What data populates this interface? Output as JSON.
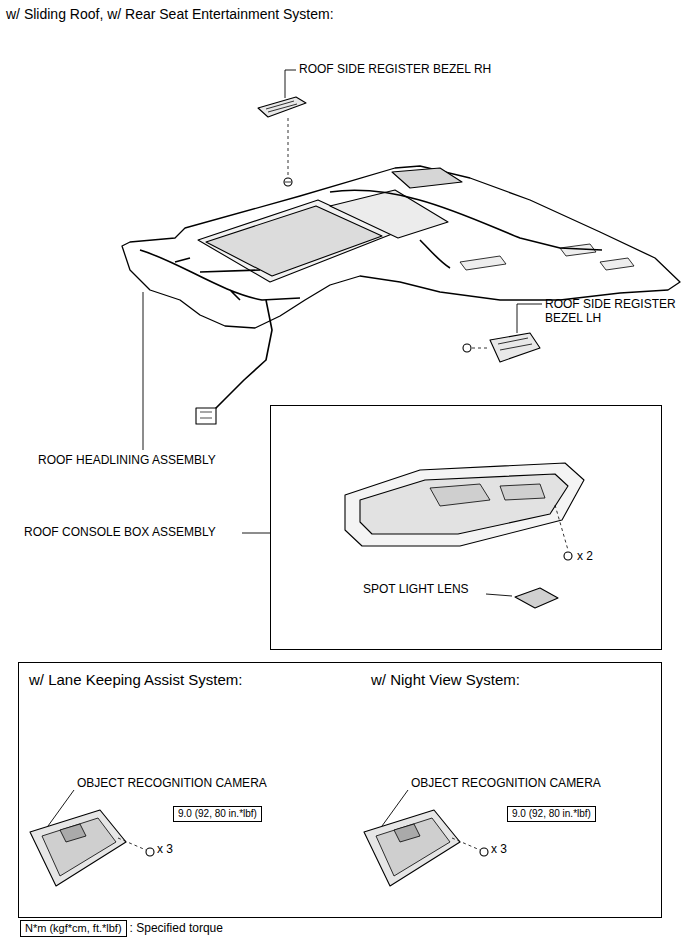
{
  "diagram": {
    "title": "w/ Sliding Roof, w/ Rear Seat Entertainment System:",
    "nodes": [
      {
        "text": [
          "x 2",
          "SPOT LIGHT LENS"
        ]
      },
      {
        "text": [
          "w/ Lane Keeping Assist System:",
          "w/ Night View System:",
          "OBJECT RECOGNITION CAMERA",
          "OBJECT RECOGNITION CAMERA",
          "x 3",
          "x 3"
        ]
      },
      {
        "text": [
          "9.0 (92, 80 in.*lbf)"
        ],
        "in": 1
      },
      {
        "text": [
          "9.0 (92, 80 in.*lbf)"
        ],
        "in": 1
      },
      {
        "text": [
          "N*m (kgf*cm, ft.*lbf)",
          ": Specified torque"
        ]
      }
    ],
    "labels": [
      "ROOF SIDE REGISTER BEZEL RH",
      "ROOF SIDE REGISTER BEZEL LH",
      "ROOF HEADLINING ASSEMBLY",
      "ROOF CONSOLE BOX ASSEMBLY"
    ]
  }
}
